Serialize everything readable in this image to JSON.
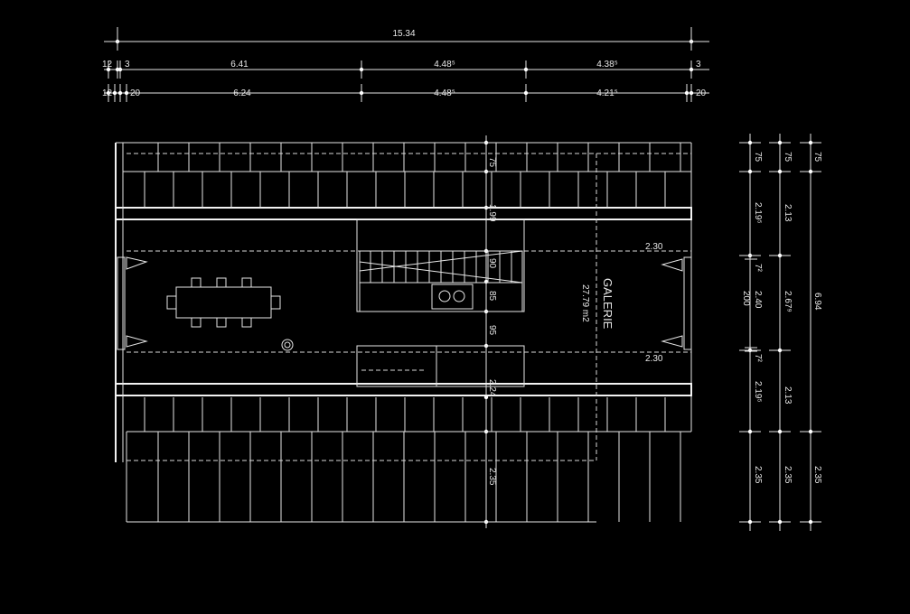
{
  "drawing": {
    "room_label": "GALERIE",
    "room_area": "27.79 m2",
    "foreground": "#e6e6e6",
    "background": "#000000"
  },
  "dims_top": {
    "overall": "15.34",
    "row1": [
      "12",
      "3",
      "6.41",
      "4.48⁵",
      "4.38⁵",
      "3"
    ],
    "row2": [
      "12",
      "20",
      "6.24",
      "4.48⁵",
      "4.21⁵",
      "20"
    ]
  },
  "dims_center": [
    "75",
    "1.99",
    "90",
    "85",
    "95",
    "2.24",
    "2.35"
  ],
  "dims_galerie": [
    "2.30",
    "2.30"
  ],
  "dims_right": {
    "col1": [
      "75",
      "2.19⁵",
      "7²",
      "2.40",
      "200",
      "7²",
      "2.19⁵",
      "2.35"
    ],
    "col2": [
      "75",
      "2.13",
      "2.67⁹",
      "2.13",
      "2.35"
    ],
    "col3": [
      "75",
      "6.94",
      "2.35"
    ]
  }
}
